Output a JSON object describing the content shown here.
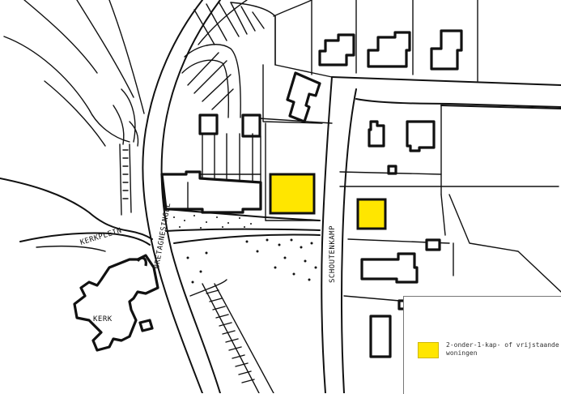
{
  "streets": {
    "kerkplein": "KERKPLEIN",
    "bretagnesingel": "BRETAGNESINGEL",
    "schoutenkamp": "SCHOUTENKAMP"
  },
  "buildings": {
    "kerk": "KERK"
  },
  "legend": {
    "label": "2-onder-1-kap- of vrijstaande woningen",
    "swatch_color": "#ffe600"
  },
  "colors": {
    "highlight": "#ffe600",
    "ink": "#111111"
  }
}
